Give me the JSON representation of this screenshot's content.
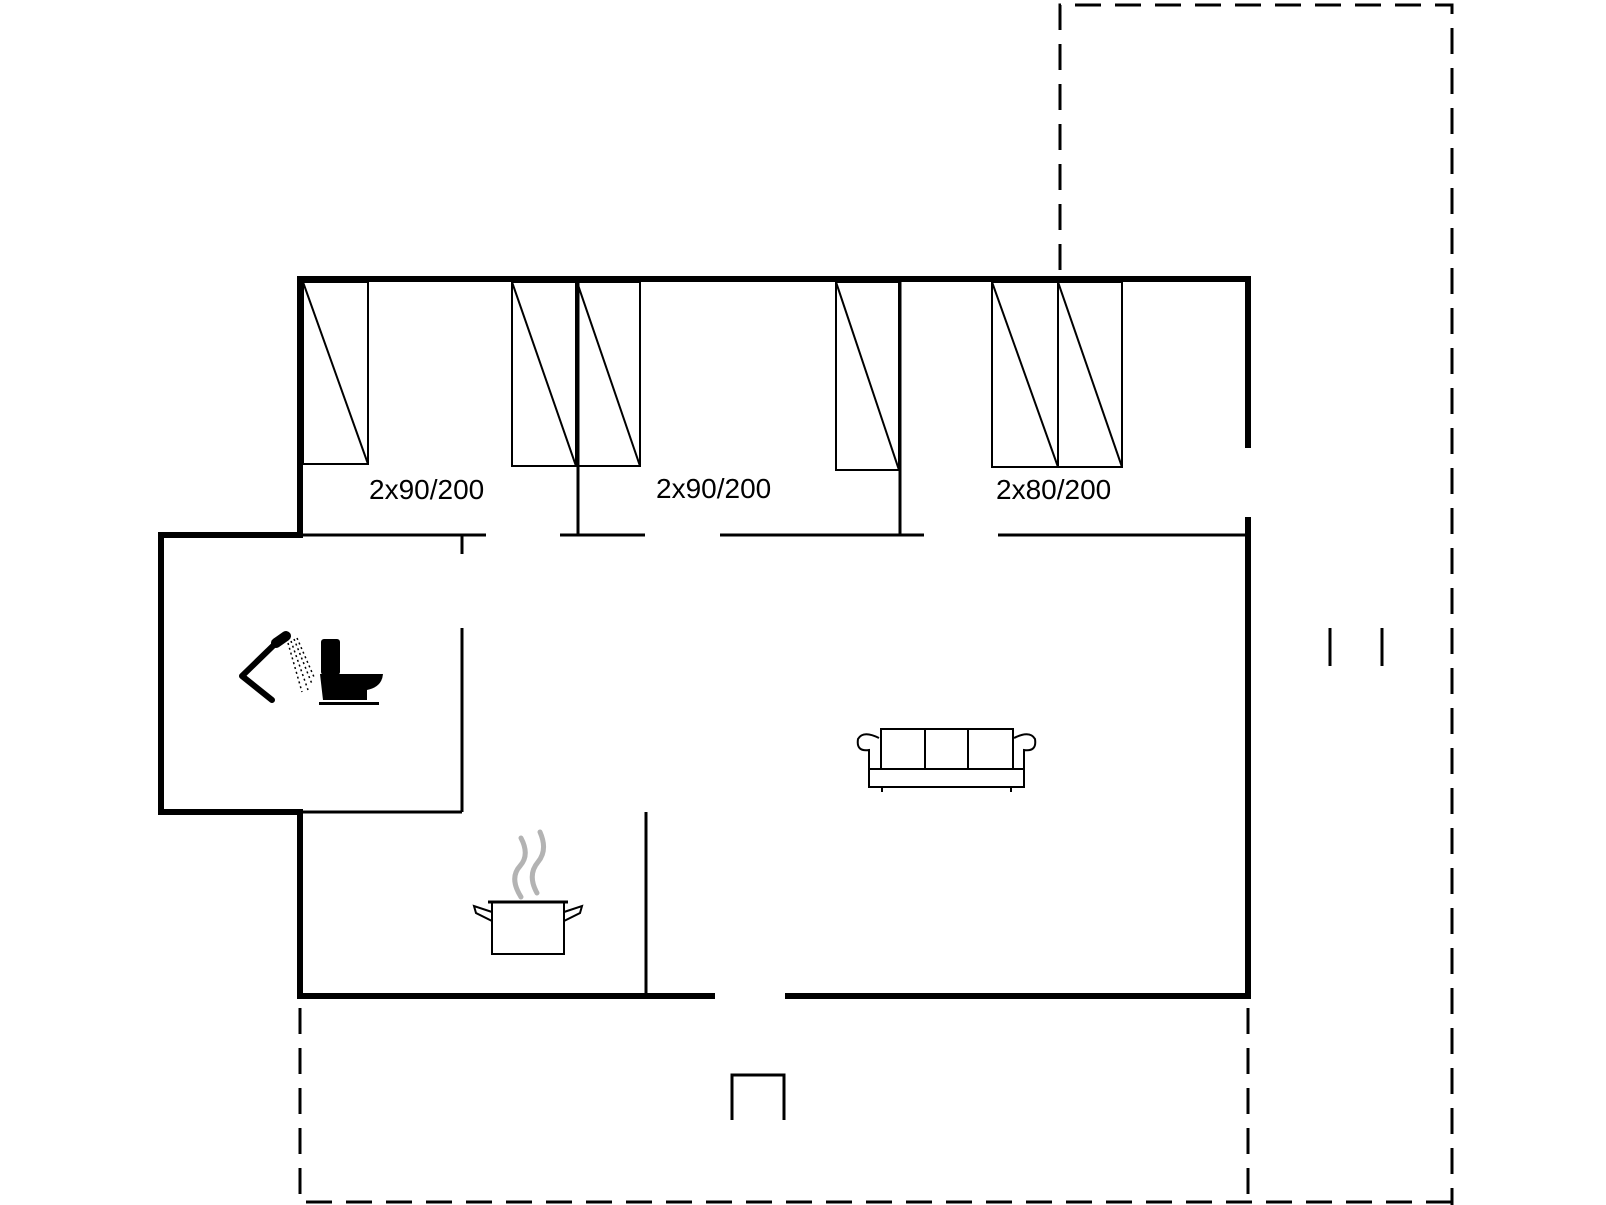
{
  "bed_labels": {
    "room1": "2x90/200",
    "room2": "2x90/200",
    "room3": "2x80/200"
  },
  "icons": {
    "shower": "shower-icon",
    "toilet": "toilet-icon",
    "sofa": "sofa-icon",
    "kitchen": "cooking-pot-icon"
  },
  "colors": {
    "line": "#000000",
    "steam": "#b3b3b3",
    "background": "#ffffff"
  }
}
